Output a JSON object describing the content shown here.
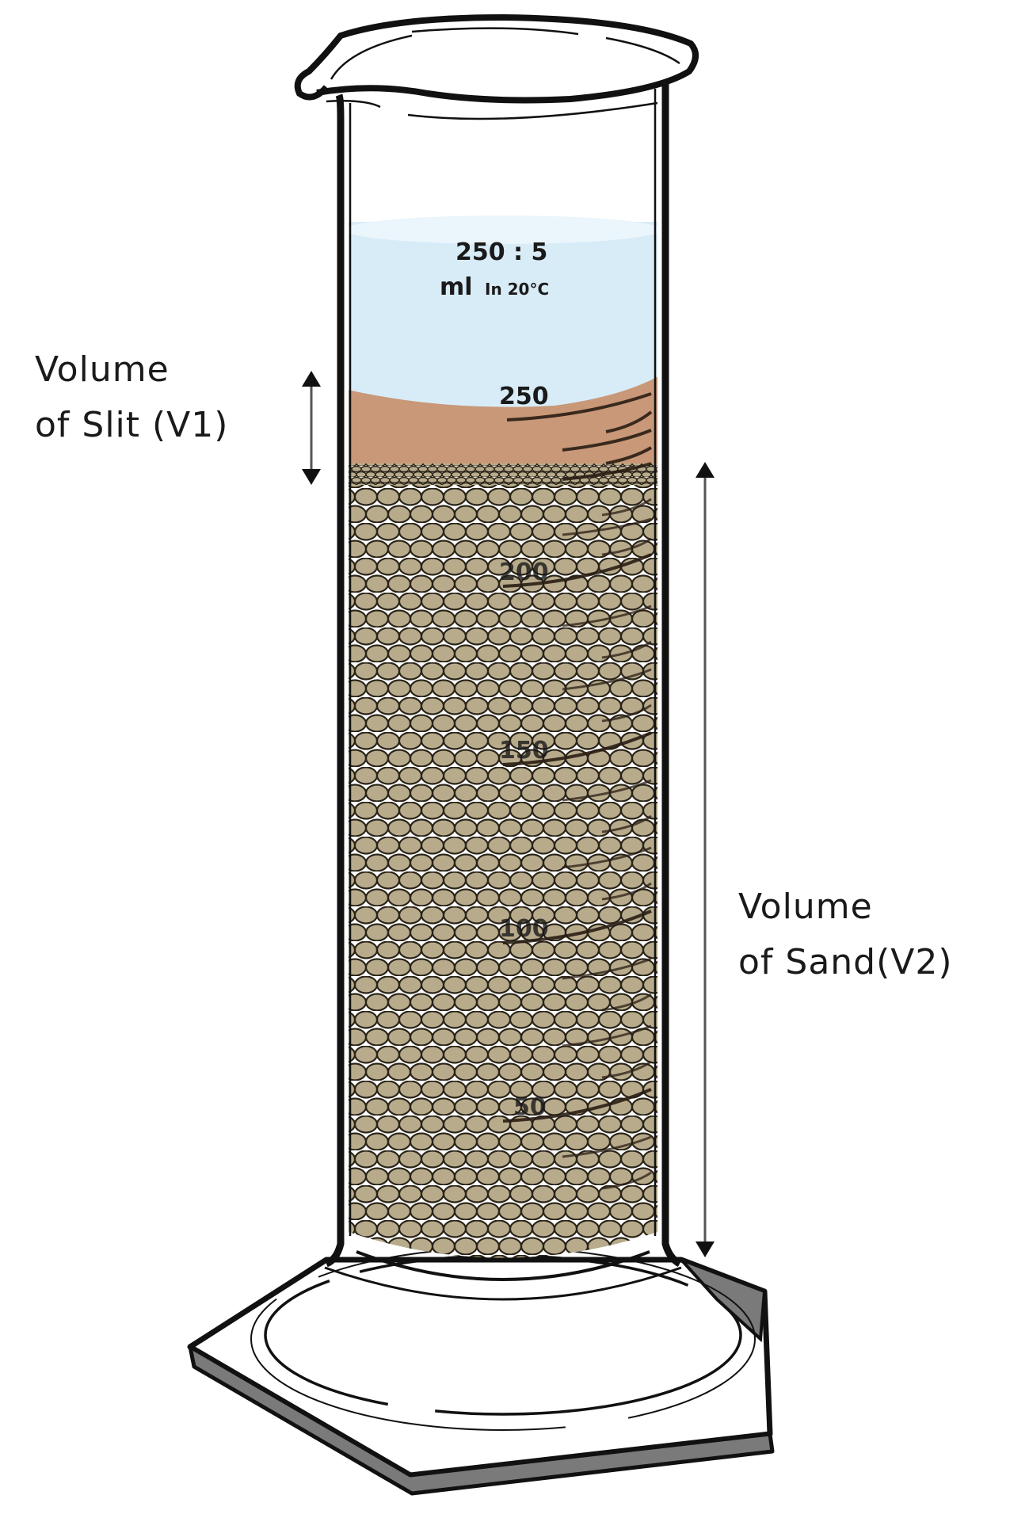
{
  "diagram": {
    "title": "Graduated cylinder silt content test",
    "cylinder": {
      "capacity_label": "250 : 5",
      "unit_label": "ml",
      "temperature_label": "In 20°C",
      "scale_marks": [
        "250",
        "200",
        "150",
        "100",
        "50"
      ]
    },
    "layers": [
      {
        "name": "water",
        "color": "#d8ecf8"
      },
      {
        "name": "silt",
        "color": "#c89878"
      },
      {
        "name": "sand",
        "color": "#b8ab8c"
      }
    ],
    "annotations": {
      "v1": {
        "line1": "Volume",
        "line2": "of Slit (V1)"
      },
      "v2": {
        "line1": "Volume",
        "line2": "of Sand(V2)"
      }
    },
    "colors": {
      "outline": "#111111",
      "arrow": "#555555",
      "base_shadow": "#7a7a7a",
      "sand_grain": "#b8ab8c",
      "sand_outline": "#2a2418"
    }
  }
}
